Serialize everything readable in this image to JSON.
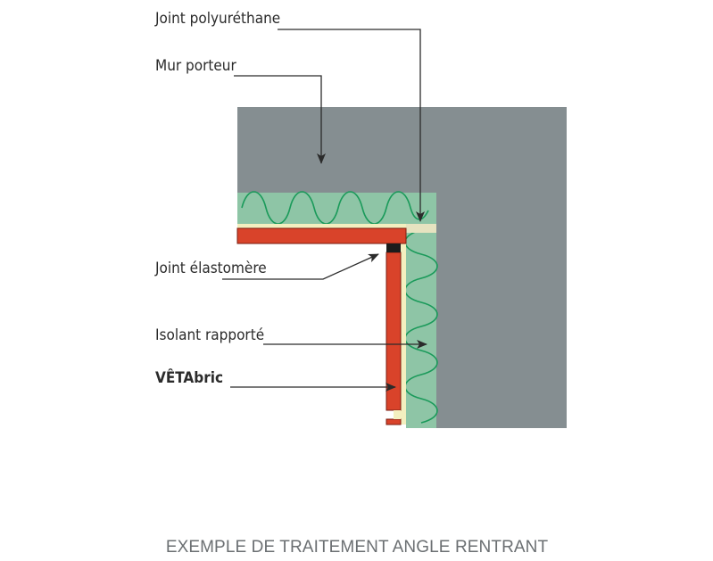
{
  "labels": {
    "joint_polyurethane": "Joint polyuréthane",
    "mur_porteur": "Mur porteur",
    "joint_elastomere": "Joint élastomère",
    "isolant_rapporte": "Isolant rapporté",
    "vetabric": "VÊTAbric"
  },
  "caption": "EXEMPLE DE TRAITEMENT ANGLE RENTRANT",
  "colors": {
    "wall": "#858e91",
    "insulation": "#8ec5a6",
    "insulation_wave": "#1a9a5a",
    "cladding": "#d9432a",
    "cladding_edge": "#7a1e10",
    "backing": "#f3efbf",
    "polyurethane_joint": "#e6e3c0",
    "elastomer_joint": "#1c1c1c",
    "text": "#2b2b2b",
    "caption": "#6b6f72"
  }
}
